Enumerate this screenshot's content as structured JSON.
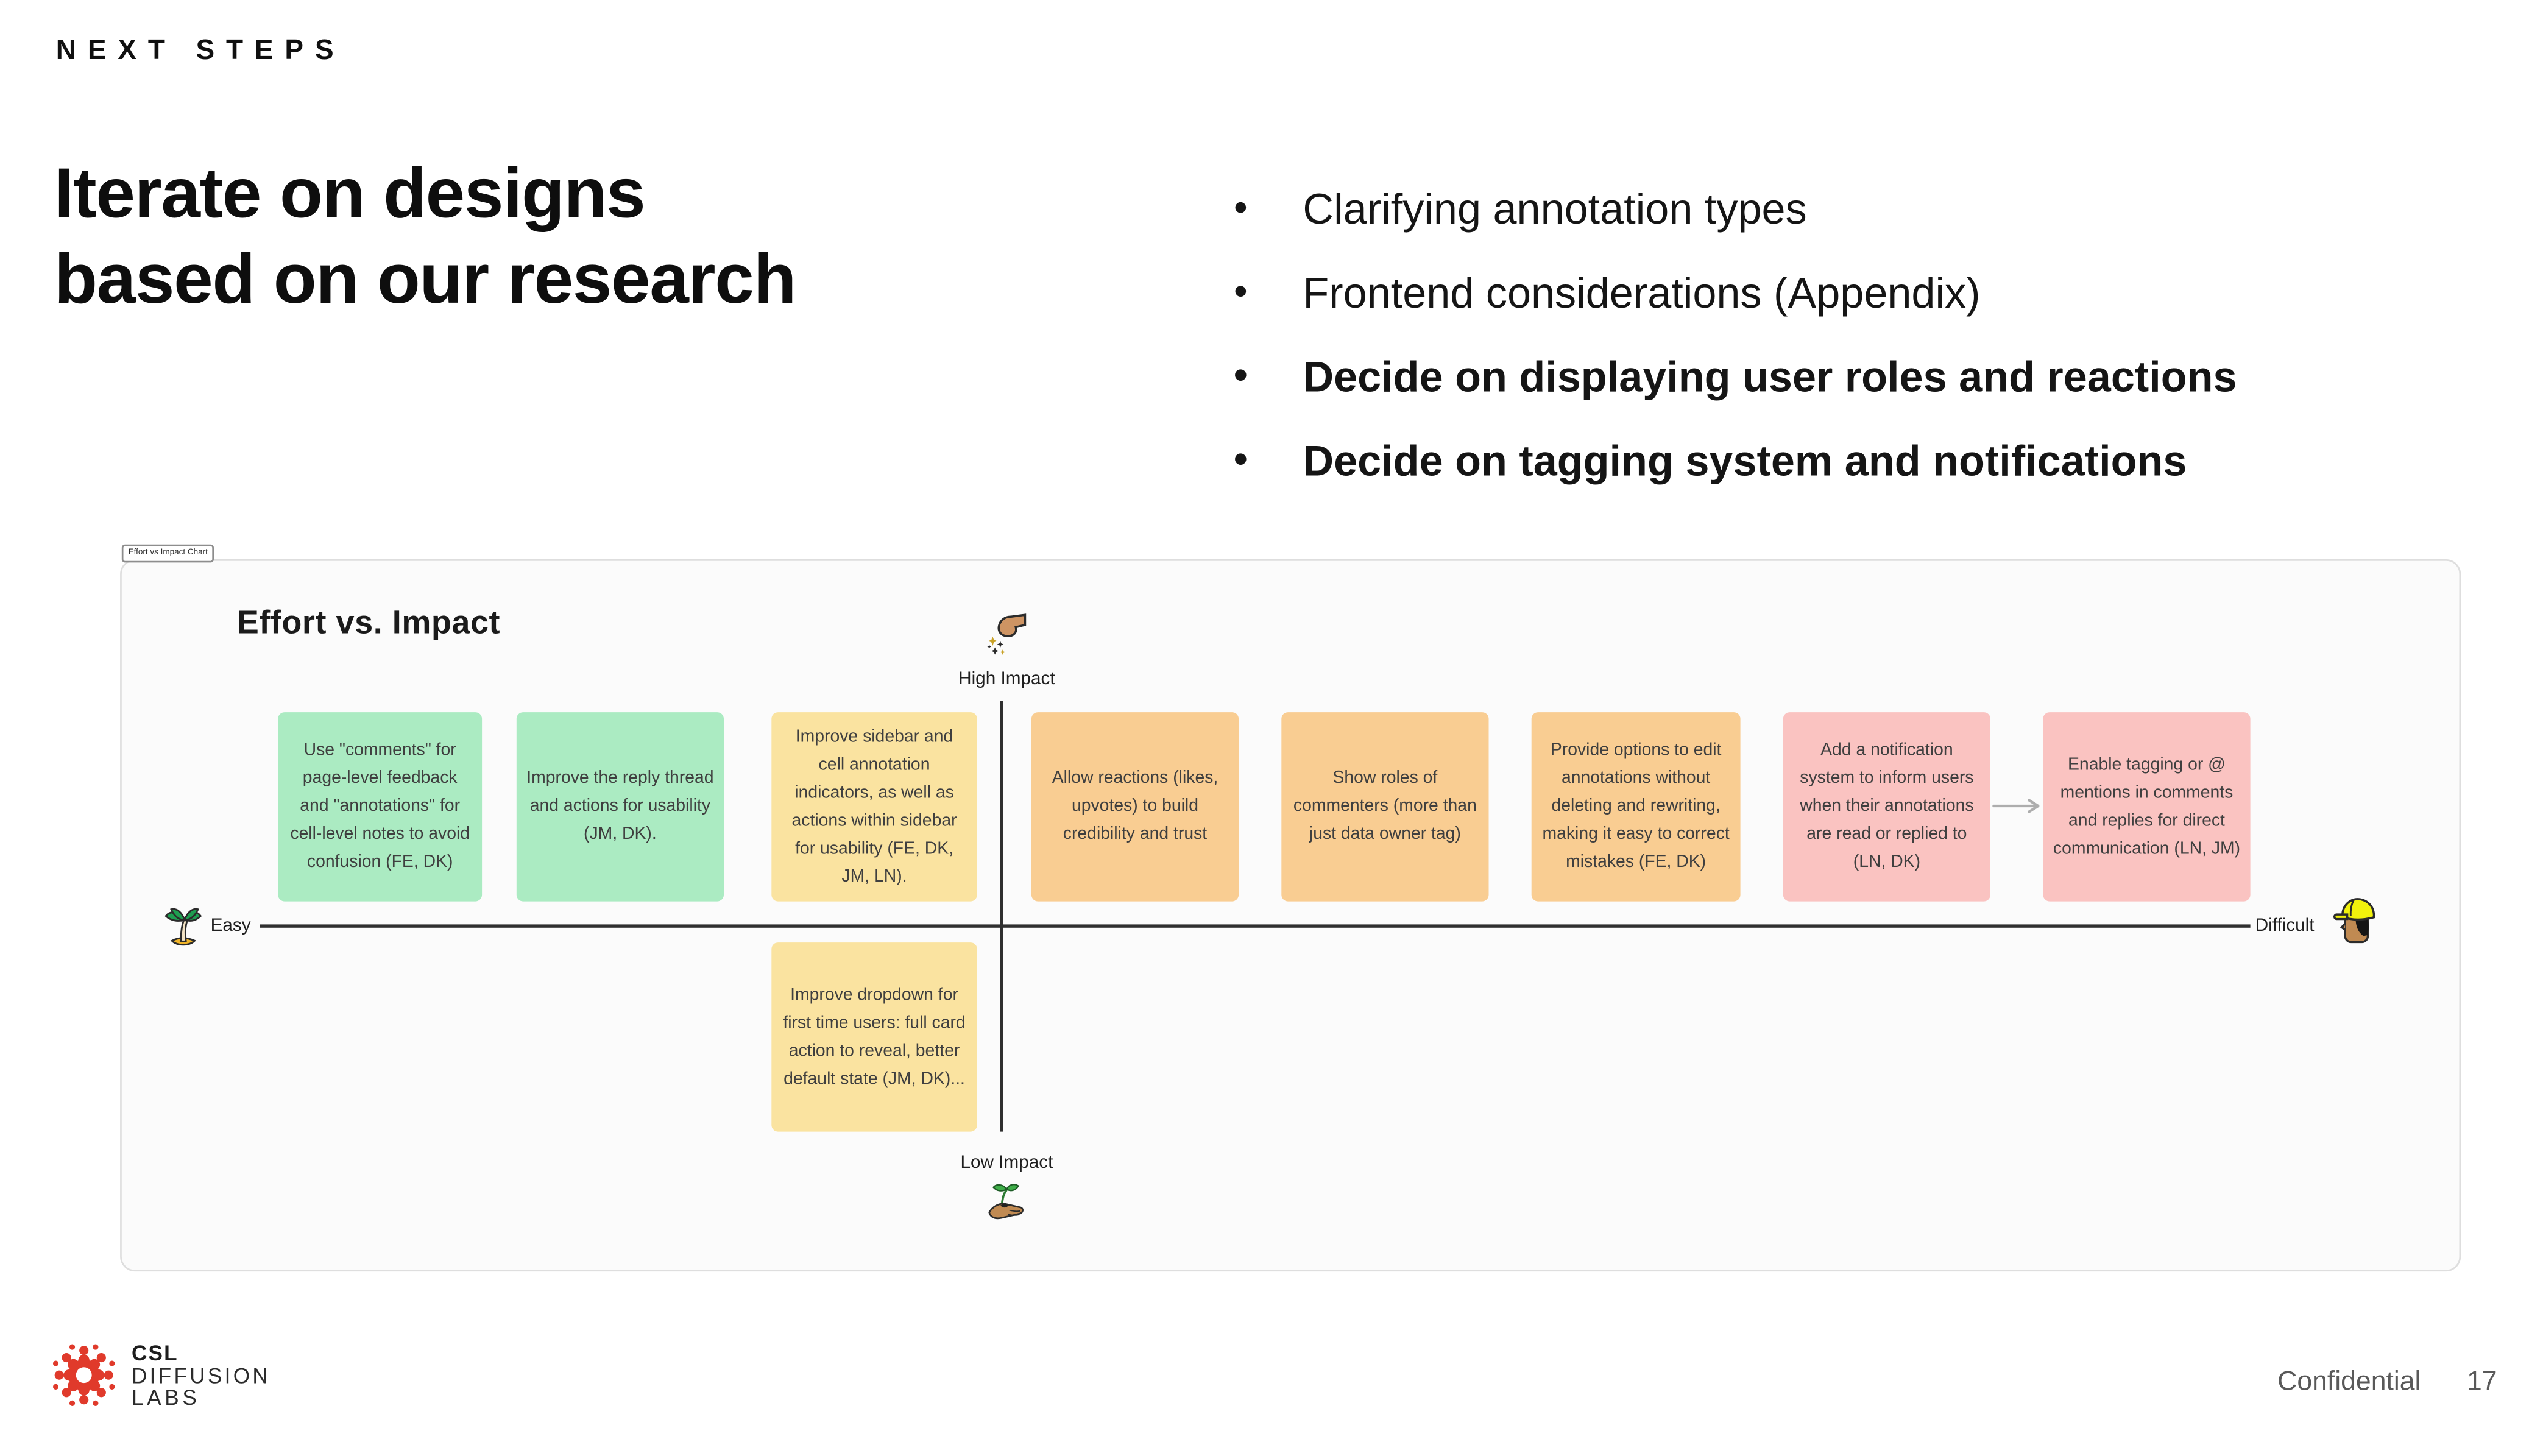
{
  "slide": {
    "kicker": "NEXT STEPS",
    "title": [
      "Iterate on designs",
      "based on our research"
    ],
    "bullets": [
      {
        "text": "Clarifying annotation types",
        "bold": false
      },
      {
        "text": "Frontend considerations (Appendix)",
        "bold": false
      },
      {
        "text": "Decide on displaying user roles and reactions",
        "bold": true
      },
      {
        "text": "Decide on tagging system and notifications",
        "bold": true
      }
    ],
    "footer": {
      "brand_line1": "CSL",
      "brand_line2": "DIFFUSION",
      "brand_line3": "LABS",
      "confidential_label": "Confidential",
      "page_number": "17"
    }
  },
  "effort_impact_chart": {
    "frame_label": "Effort vs Impact Chart",
    "title": "Effort vs. Impact",
    "axes": {
      "top_label": "High Impact",
      "bottom_label": "Low Impact",
      "left_label": "Easy",
      "right_label": "Difficult"
    },
    "icons": {
      "top": "hand-sprinkling-emoji",
      "bottom": "hand-with-seedling-emoji",
      "left": "palm-tree-emoji",
      "right": "construction-worker-emoji"
    },
    "notes": [
      {
        "color": "green",
        "hex": "#ABEBC2",
        "effort": "easy",
        "impact": "high",
        "text": "Use \"comments\" for page-level feedback and \"annotations\" for cell-level notes to avoid confusion (FE, DK)"
      },
      {
        "color": "green",
        "hex": "#ABEBC2",
        "effort": "easy",
        "impact": "high",
        "text": "Improve the reply thread and actions for usability (JM, DK)."
      },
      {
        "color": "yellow",
        "hex": "#FAE3A0",
        "effort": "easy",
        "impact": "high",
        "text": "Improve sidebar and cell annotation indicators, as well as actions within sidebar for usability (FE, DK, JM, LN)."
      },
      {
        "color": "orange",
        "hex": "#F9CD92",
        "effort": "difficult",
        "impact": "high",
        "text": "Allow reactions (likes, upvotes) to build credibility and trust"
      },
      {
        "color": "orange",
        "hex": "#F9CD92",
        "effort": "difficult",
        "impact": "high",
        "text": "Show roles of commenters (more than just data owner tag)"
      },
      {
        "color": "orange",
        "hex": "#F9CD92",
        "effort": "difficult",
        "impact": "high",
        "text": "Provide options to edit annotations without deleting and rewriting, making it easy to correct mistakes (FE, DK)"
      },
      {
        "color": "pink",
        "hex": "#FAC3C1",
        "effort": "difficult",
        "impact": "high",
        "text": "Add a notification system to inform users when their annotations are read or replied to (LN, DK)"
      },
      {
        "color": "pink",
        "hex": "#FAC3C1",
        "effort": "difficult",
        "impact": "high",
        "text": "Enable tagging or @ mentions in comments and replies for direct communication (LN, JM)"
      },
      {
        "color": "yellow",
        "hex": "#FAE3A0",
        "effort": "easy",
        "impact": "low",
        "text": "Improve dropdown for first time users: full card action to reveal, better default state (JM, DK)..."
      }
    ],
    "connector": {
      "from_note": 7,
      "to_note": 8,
      "style": "arrow-right"
    }
  },
  "colors": {
    "note_green": "#ABEBC2",
    "note_yellow": "#FAE3A0",
    "note_orange": "#F9CD92",
    "note_pink": "#FAC3C1",
    "brand_red": "#E03A2B",
    "axis_line": "#2F2F2F",
    "panel_background": "#FBFBFB",
    "footer_text": "#595959"
  }
}
